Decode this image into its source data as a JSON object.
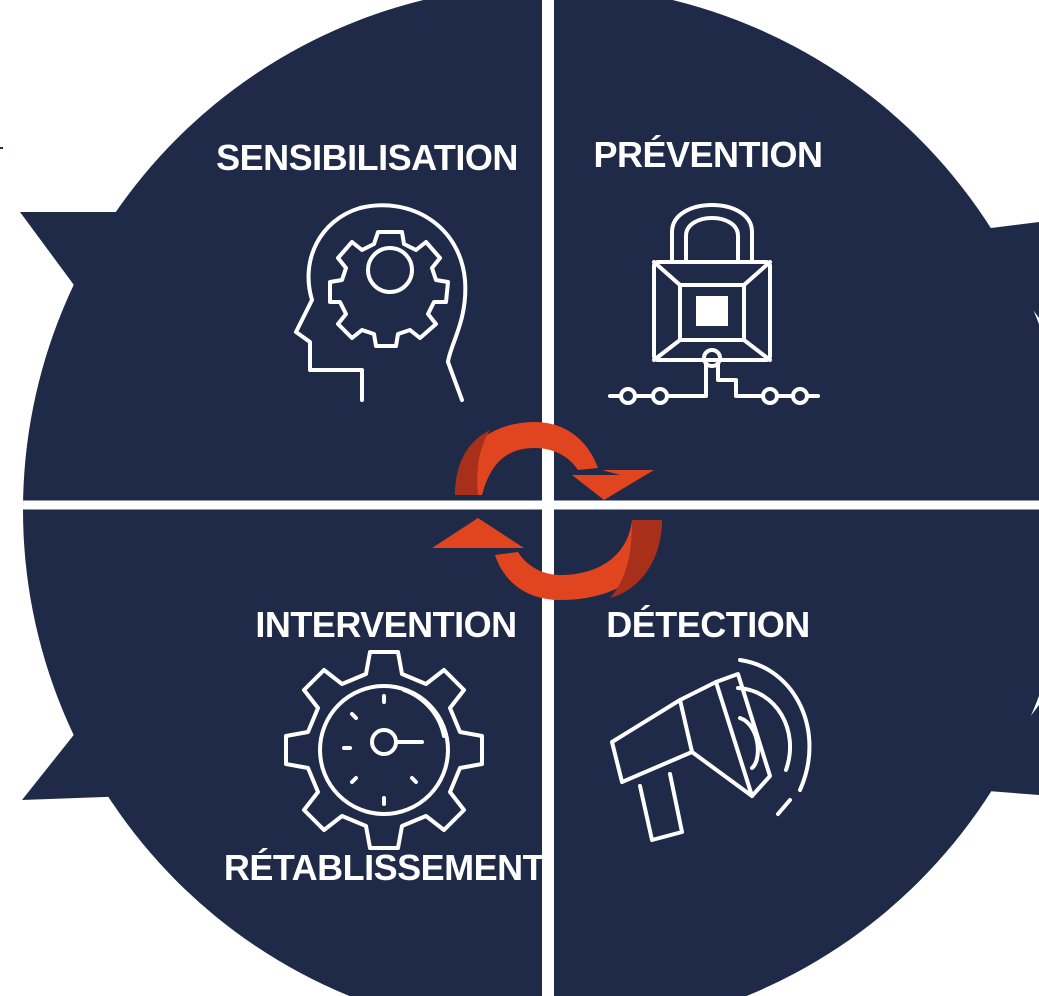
{
  "diagram": {
    "colors": {
      "quadrant": "#1f2a48",
      "divider": "#ffffff",
      "cycle_arrow": "#e0451f",
      "cycle_arrow_shade": "#a8301a"
    },
    "quadrants": [
      {
        "id": "top-left",
        "label": "SENSIBILISATION",
        "icon": "head-gear-icon"
      },
      {
        "id": "top-right",
        "label": "PRÉVENTION",
        "icon": "padlock-circuit-icon"
      },
      {
        "id": "bottom-left",
        "label": "INTERVENTION",
        "icon": "gear-gauge-icon"
      },
      {
        "id": "bottom-right",
        "label": "DÉTECTION",
        "icon": "megaphone-icon"
      }
    ],
    "extra_labels": {
      "bottom_left_secondary": "RÉTABLISSEMENT"
    },
    "center_icon": "cycle-arrows-icon"
  }
}
